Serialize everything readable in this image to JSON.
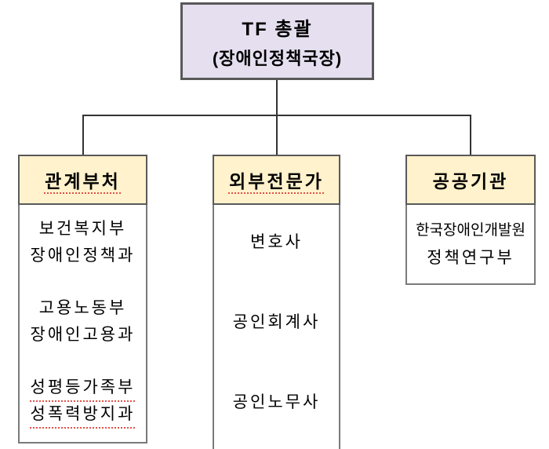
{
  "org": {
    "root": {
      "line1": "TF 총괄",
      "line2": "(장애인정책국장)"
    },
    "columns": [
      {
        "header": "관계부처",
        "groups": [
          {
            "lines": [
              "보건복지부",
              "장애인정책과"
            ]
          },
          {
            "lines": [
              "고용노동부",
              "장애인고용과"
            ]
          },
          {
            "lines": [
              "성평등가족부",
              "성폭력방지과"
            ]
          }
        ]
      },
      {
        "header": "외부전문가",
        "groups": [
          {
            "lines": [
              "변호사"
            ]
          },
          {
            "lines": [
              "공인회계사"
            ]
          },
          {
            "lines": [
              "공인노무사"
            ]
          }
        ]
      },
      {
        "header": "공공기관",
        "groups": [
          {
            "lines": [
              "한국장애인개발원",
              "정책연구부"
            ]
          }
        ]
      }
    ],
    "colors": {
      "root_fill": "#E6DFF0",
      "header_fill": "#FFF2CC",
      "box_border": "#595959",
      "body_border": "#7A7A7A",
      "connector": "#333333",
      "squiggle": "#E0524A",
      "text": "#000000"
    }
  }
}
